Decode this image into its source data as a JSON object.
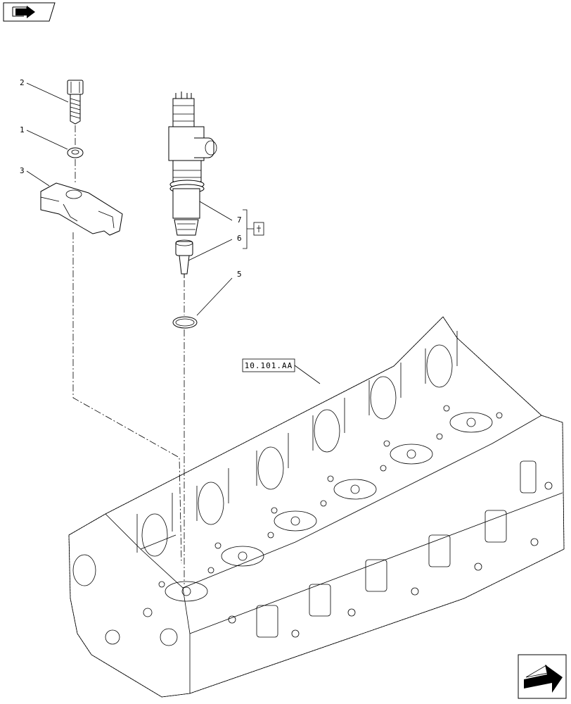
{
  "callouts": [
    {
      "id": "1",
      "label": "1"
    },
    {
      "id": "2",
      "label": "2"
    },
    {
      "id": "3",
      "label": "3"
    },
    {
      "id": "5",
      "label": "5"
    },
    {
      "id": "6",
      "label": "6"
    },
    {
      "id": "7",
      "label": "7"
    }
  ],
  "reference_label": "10.101.AA",
  "kit_symbol": "kit-icon",
  "icons": {
    "top_left": "book-arrow-icon",
    "bottom_right": "next-page-arrow-icon"
  }
}
